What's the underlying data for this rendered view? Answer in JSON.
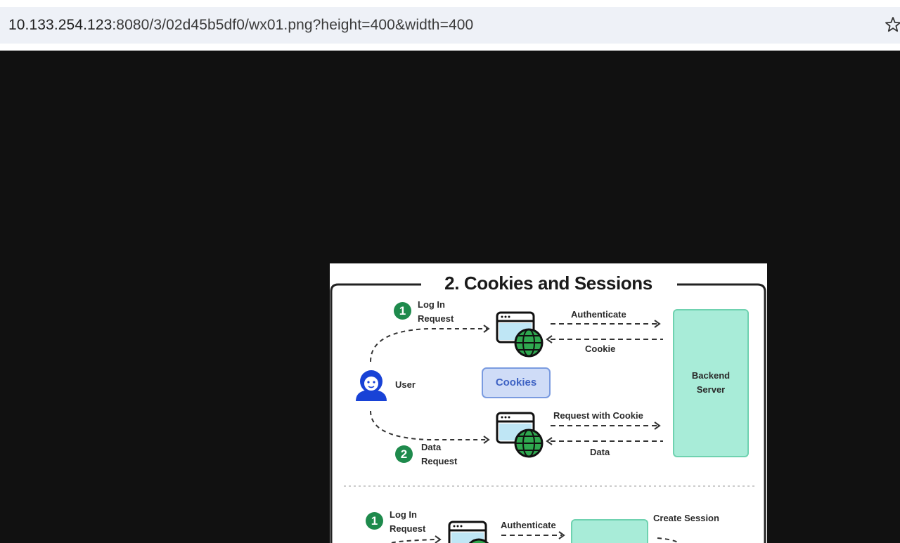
{
  "browser": {
    "url_host": "10.133.254.123",
    "url_rest": ":8080/3/02d45b5df0/wx01.png?height=400&width=400",
    "bookmark_icon": "star-icon"
  },
  "diagram": {
    "title": "2. Cookies and Sessions",
    "steps": [
      "1",
      "2",
      "1"
    ],
    "user_label": "User",
    "login_request": "Log In\nRequest",
    "data_request": "Data\nRequest",
    "authenticate": "Authenticate",
    "cookie": "Cookie",
    "cookies_box": "Cookies",
    "request_with_cookie": "Request with Cookie",
    "data": "Data",
    "backend_server": "Backend\nServer",
    "login_request_2": "Log In\nRequest",
    "authenticate_2": "Authenticate",
    "create_session": "Create Session"
  }
}
